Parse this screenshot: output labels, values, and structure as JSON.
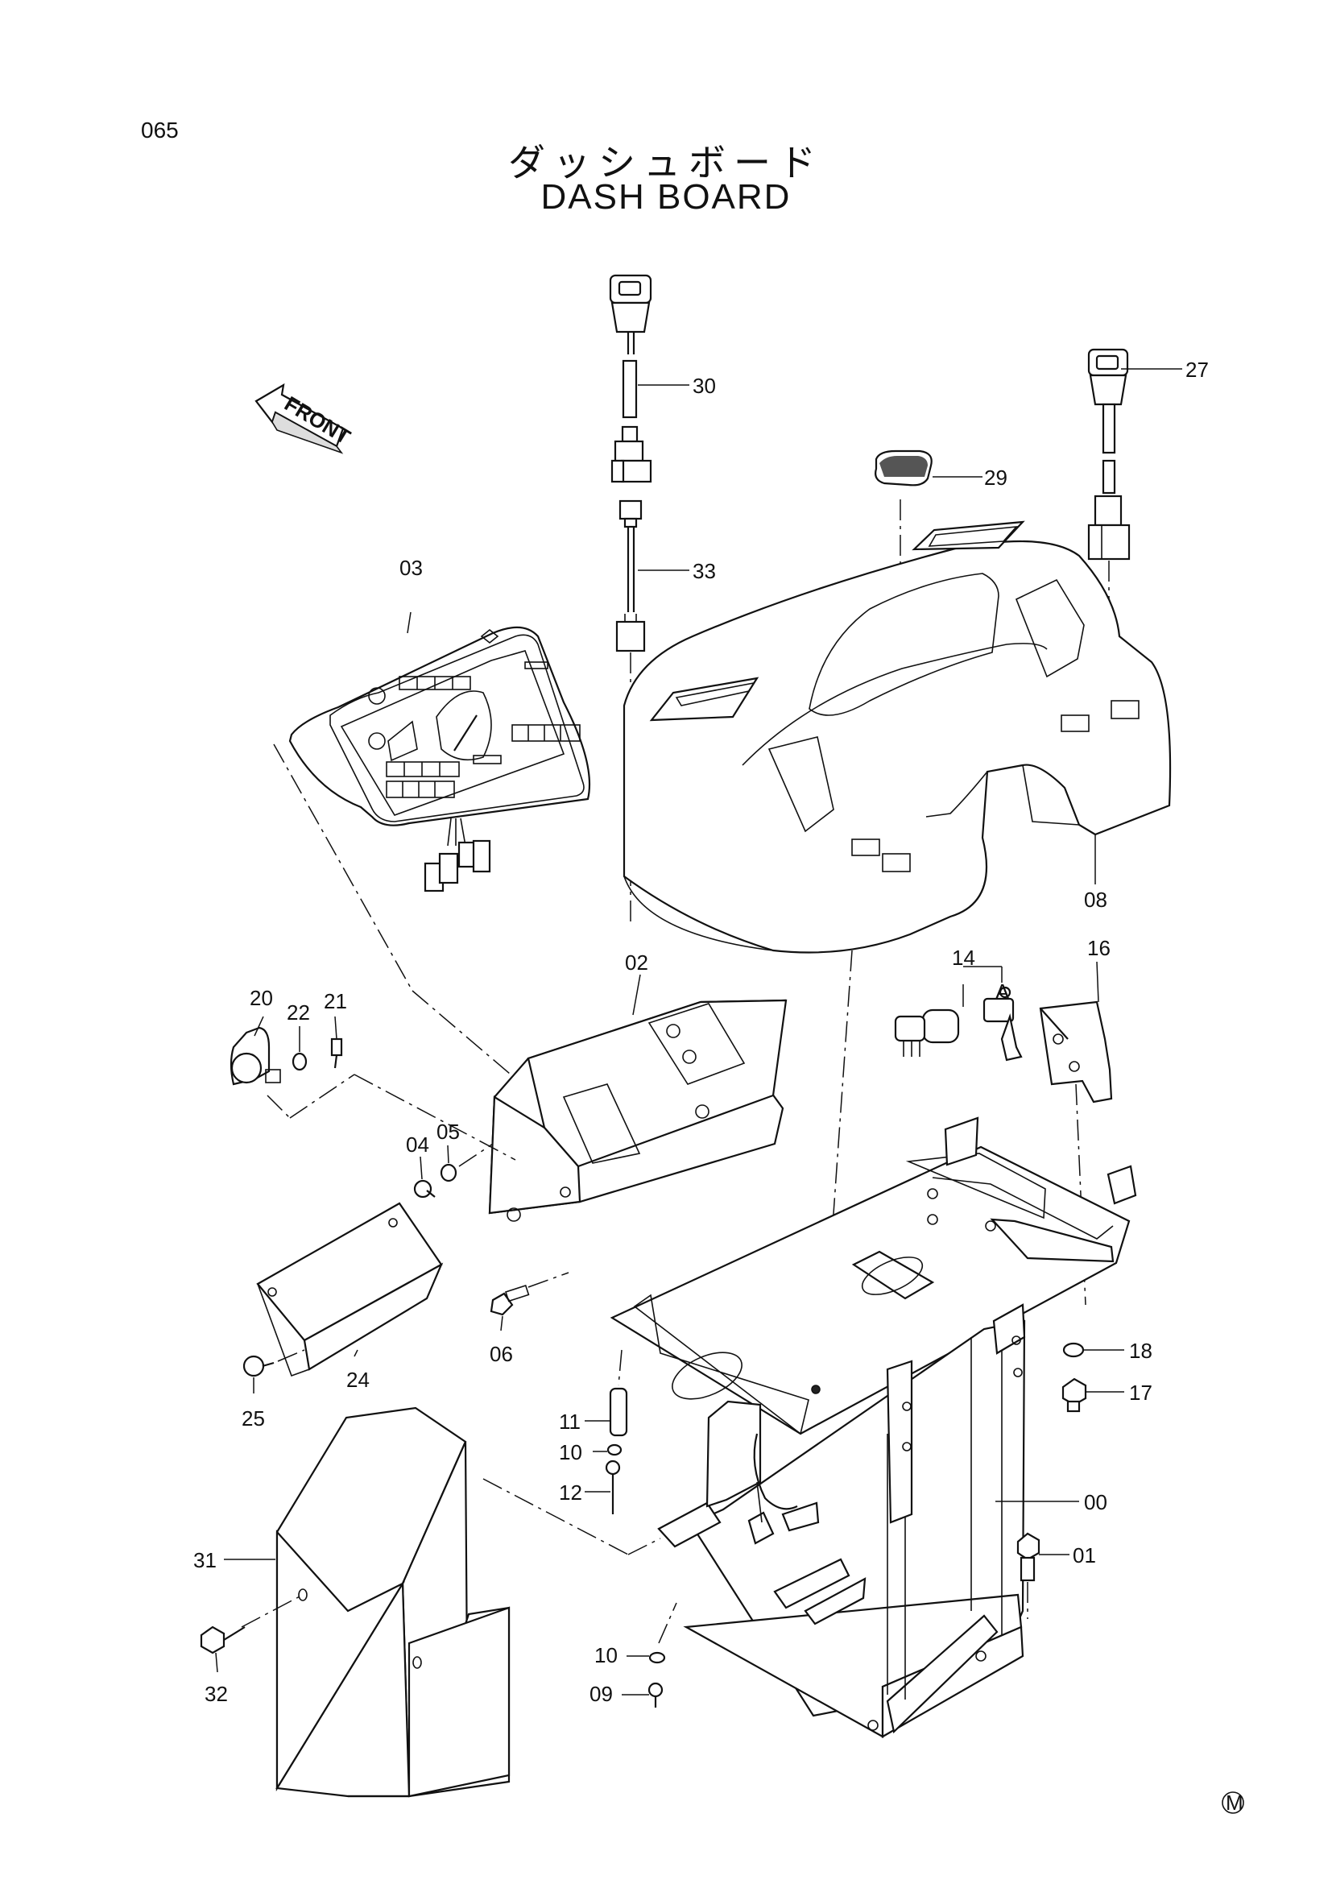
{
  "header": {
    "page_number": "065",
    "title_jp": "ダッシュボード",
    "title_en": "DASH BOARD"
  },
  "front_arrow": {
    "label": "FRONT"
  },
  "view_marker": "A",
  "footer_mark": "M",
  "part_labels": {
    "p00": "00",
    "p01": "01",
    "p02": "02",
    "p03": "03",
    "p04": "04",
    "p05": "05",
    "p06": "06",
    "p08": "08",
    "p09": "09",
    "p10a": "10",
    "p10b": "10",
    "p11": "11",
    "p12": "12",
    "p14": "14",
    "p16": "16",
    "p17": "17",
    "p18": "18",
    "p20": "20",
    "p21": "21",
    "p22": "22",
    "p24": "24",
    "p25": "25",
    "p27": "27",
    "p29": "29",
    "p30": "30",
    "p31": "31",
    "p32": "32",
    "p33": "33"
  }
}
